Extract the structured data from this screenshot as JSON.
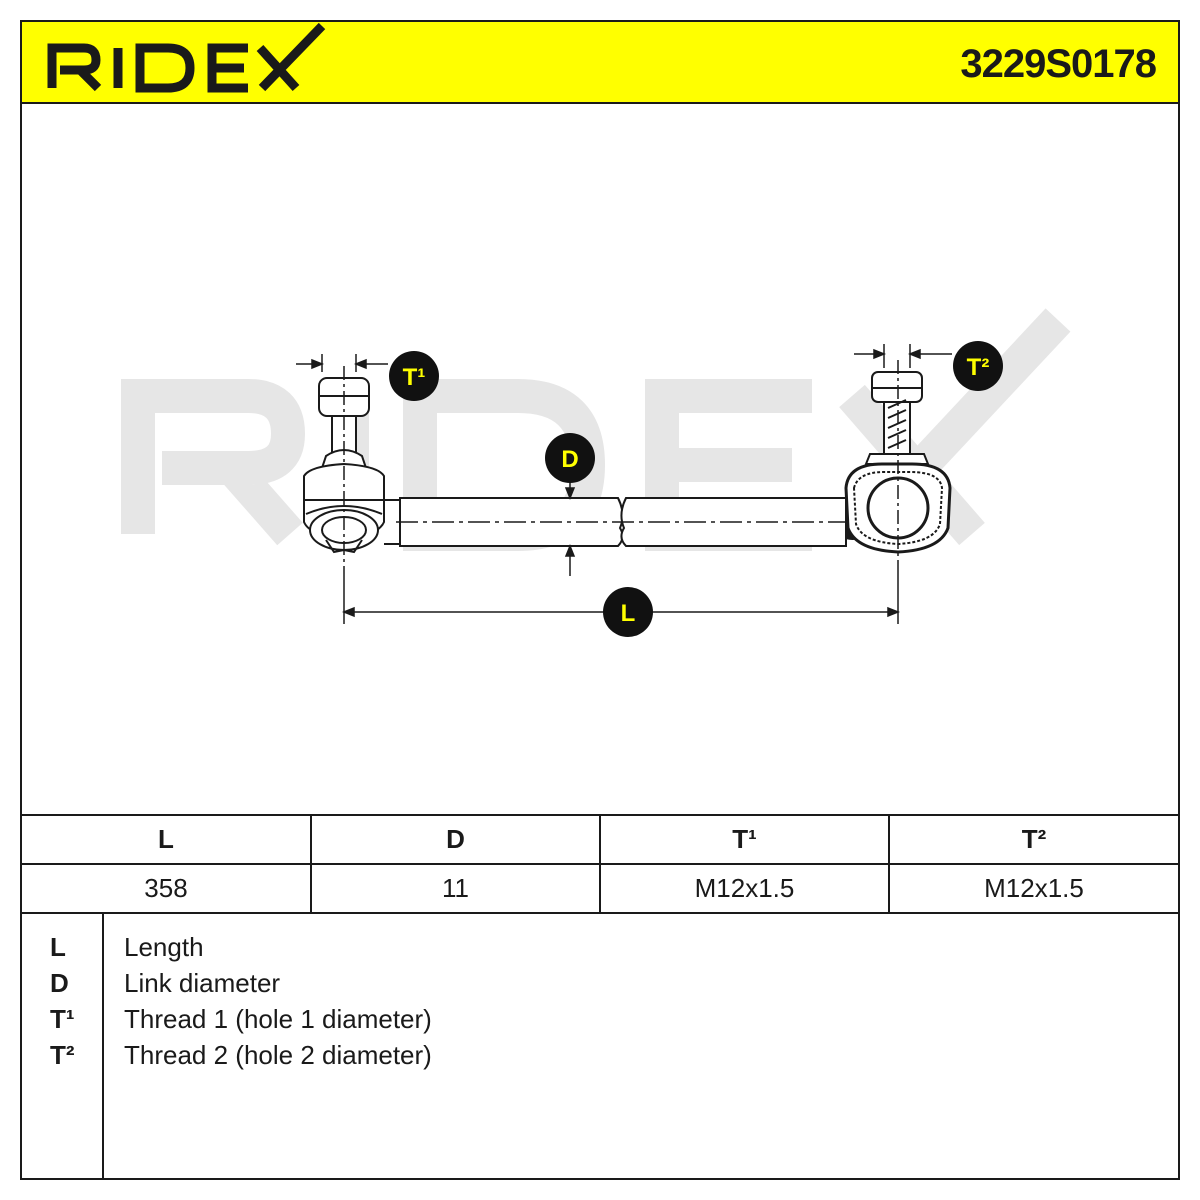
{
  "brand": {
    "logo_text": "RIDEX",
    "accent_color": "#ffff00",
    "ink_color": "#1a1a1a",
    "watermark_color": "#e6e6e6"
  },
  "header": {
    "part_number": "3229S0178"
  },
  "drawing": {
    "callouts": {
      "t1": "T¹",
      "t2": "T²",
      "d": "D",
      "l": "L"
    }
  },
  "spec_table": {
    "headers": [
      "L",
      "D",
      "T¹",
      "T²"
    ],
    "values": [
      "358",
      "11",
      "M12x1.5",
      "M12x1.5"
    ]
  },
  "legend": [
    {
      "key": "L",
      "desc": "Length"
    },
    {
      "key": "D",
      "desc": "Link diameter"
    },
    {
      "key": "T¹",
      "desc": "Thread 1 (hole 1 diameter)"
    },
    {
      "key": "T²",
      "desc": "Thread 2 (hole 2 diameter)"
    }
  ]
}
